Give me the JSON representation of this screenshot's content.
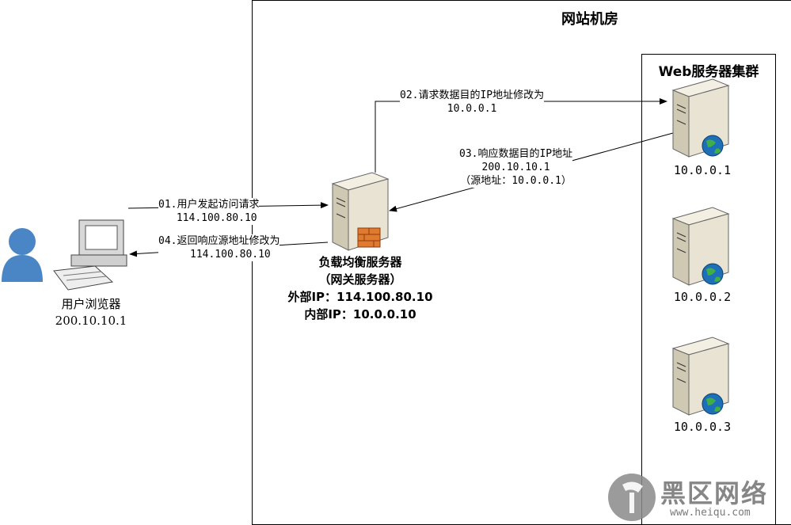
{
  "room": {
    "title": "网站机房"
  },
  "cluster": {
    "title": "Web服务器集群",
    "servers": [
      {
        "ip": "10.0.0.1"
      },
      {
        "ip": "10.0.0.2"
      },
      {
        "ip": "10.0.0.3"
      }
    ]
  },
  "client": {
    "name": "用户浏览器",
    "ip": "200.10.10.1"
  },
  "load_balancer": {
    "name": "负载均衡服务器",
    "subtitle": "（网关服务器）",
    "external_ip": "外部IP：114.100.80.10",
    "internal_ip": "内部IP：10.0.0.10"
  },
  "steps": {
    "s01": {
      "line1": "01.用户发起访问请求",
      "line2": "114.100.80.10"
    },
    "s02": {
      "line1": "02.请求数据目的IP地址修改为",
      "line2": "10.0.0.1"
    },
    "s03": {
      "line1": "03.响应数据目的IP地址",
      "line2": "200.10.10.1",
      "line3": "（源地址：10.0.0.1）"
    },
    "s04": {
      "line1": "04.返回响应源地址修改为",
      "line2": "114.100.80.10"
    }
  },
  "watermark": {
    "brand": "黑区网络",
    "url": "www.heiqu.com"
  },
  "colors": {
    "line": "#000000",
    "server_body": "#e8e3d3",
    "globe": "#1d6fb8",
    "user": "#4a86c5",
    "firewall": "#e07a2e"
  }
}
